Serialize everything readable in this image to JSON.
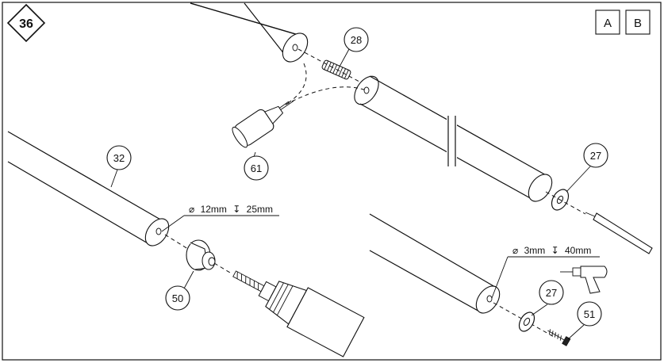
{
  "step": {
    "number": "36"
  },
  "variants": {
    "a": "A",
    "b": "B"
  },
  "parts": {
    "p28": "28",
    "p61": "61",
    "p27_top": "27",
    "p32": "32",
    "p50": "50",
    "p27_bottom": "27",
    "p51": "51"
  },
  "dimensions": {
    "large_hole": {
      "diameter_symbol": "⌀",
      "diameter": "12mm",
      "depth_symbol": "↧",
      "depth": "25mm"
    },
    "small_hole": {
      "diameter_symbol": "⌀",
      "diameter": "3mm",
      "depth_symbol": "↧",
      "depth": "40mm"
    }
  }
}
